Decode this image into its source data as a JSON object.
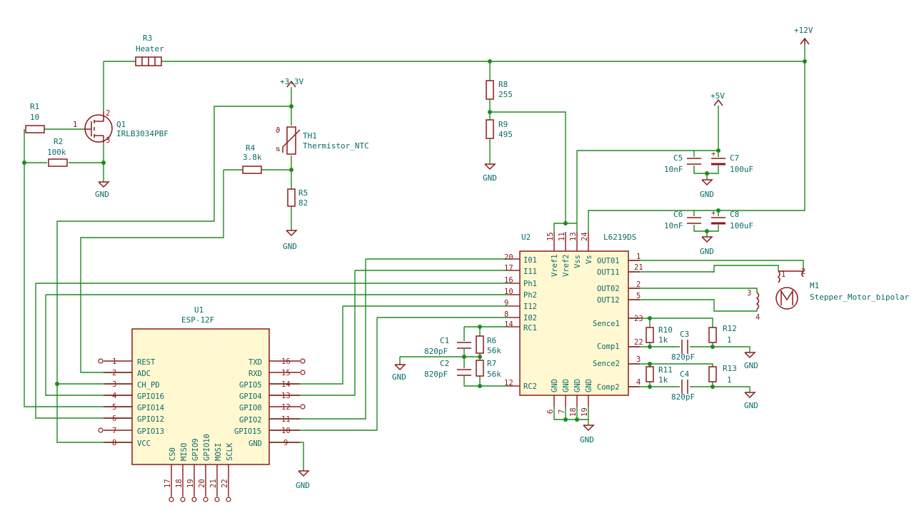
{
  "components": {
    "r3": {
      "ref": "R3",
      "value": "Heater"
    },
    "r1": {
      "ref": "R1",
      "value": "10"
    },
    "r2": {
      "ref": "R2",
      "value": "100k"
    },
    "q1": {
      "ref": "Q1",
      "value": "IRLB3034PBF"
    },
    "th1": {
      "ref": "TH1",
      "value": "Thermistor_NTC"
    },
    "r4": {
      "ref": "R4",
      "value": "3.8k"
    },
    "r5": {
      "ref": "R5",
      "value": "82"
    },
    "r8": {
      "ref": "R8",
      "value": "255"
    },
    "r9": {
      "ref": "R9",
      "value": "495"
    },
    "c5": {
      "ref": "C5",
      "value": "10nF"
    },
    "c7": {
      "ref": "C7",
      "value": "100uF"
    },
    "c6": {
      "ref": "C6",
      "value": "10nF"
    },
    "c8": {
      "ref": "C8",
      "value": "100uF"
    },
    "u2": {
      "ref": "U2",
      "value": "L6219DS"
    },
    "m1": {
      "ref": "M1",
      "value": "Stepper_Motor_bipolar"
    },
    "u1": {
      "ref": "U1",
      "value": "ESP-12F"
    },
    "c1": {
      "ref": "C1",
      "value": "820pF"
    },
    "c2": {
      "ref": "C2",
      "value": "820pF"
    },
    "r6": {
      "ref": "R6",
      "value": "56k"
    },
    "r7": {
      "ref": "R7",
      "value": "56k"
    },
    "r10": {
      "ref": "R10",
      "value": "1k"
    },
    "r11": {
      "ref": "R11",
      "value": "1k"
    },
    "c3": {
      "ref": "C3",
      "value": "820pF"
    },
    "c4": {
      "ref": "C4",
      "value": "820pF"
    },
    "r12": {
      "ref": "R12",
      "value": "1"
    },
    "r13": {
      "ref": "R13",
      "value": "1"
    }
  },
  "power": {
    "p12v": "+12V",
    "p5v": "+5V",
    "p33v": "+3.3V",
    "gnd": "GND"
  },
  "q1_pins": {
    "g": "1",
    "d": "2",
    "s": "3"
  },
  "u2_left_pins": [
    {
      "num": "20",
      "label": "I01"
    },
    {
      "num": "17",
      "label": "I11"
    },
    {
      "num": "16",
      "label": "Ph1"
    },
    {
      "num": "10",
      "label": "Ph2"
    },
    {
      "num": "9",
      "label": "I12"
    },
    {
      "num": "8",
      "label": "I02"
    },
    {
      "num": "14",
      "label": "RC1"
    },
    {
      "num": "12",
      "label": "RC2"
    }
  ],
  "u2_right_pins": [
    {
      "num": "1",
      "label": "OUT01"
    },
    {
      "num": "21",
      "label": "OUT11"
    },
    {
      "num": "2",
      "label": "OUT02"
    },
    {
      "num": "5",
      "label": "OUT12"
    },
    {
      "num": "23",
      "label": "Sence1"
    },
    {
      "num": "22",
      "label": "Comp1"
    },
    {
      "num": "3",
      "label": "Sence2"
    },
    {
      "num": "4",
      "label": "Comp2"
    }
  ],
  "u2_top_pins": [
    {
      "num": "15",
      "label": "Vref1"
    },
    {
      "num": "11",
      "label": "Vref2"
    },
    {
      "num": "13",
      "label": "Vss"
    },
    {
      "num": "24",
      "label": "Vs"
    }
  ],
  "u2_bottom_pins": [
    {
      "num": "6",
      "label": "GND"
    },
    {
      "num": "7",
      "label": "GND"
    },
    {
      "num": "18",
      "label": "GND"
    },
    {
      "num": "19",
      "label": "GND"
    }
  ],
  "u1_left_pins": [
    {
      "num": "1",
      "label": "REST"
    },
    {
      "num": "2",
      "label": "ADC"
    },
    {
      "num": "3",
      "label": "CH_PD"
    },
    {
      "num": "4",
      "label": "GPIO16"
    },
    {
      "num": "5",
      "label": "GPIO14"
    },
    {
      "num": "6",
      "label": "GPIO12"
    },
    {
      "num": "7",
      "label": "GPIO13"
    },
    {
      "num": "8",
      "label": "VCC"
    }
  ],
  "u1_right_pins": [
    {
      "num": "16",
      "label": "TXD"
    },
    {
      "num": "15",
      "label": "RXD"
    },
    {
      "num": "14",
      "label": "GPIO5"
    },
    {
      "num": "13",
      "label": "GPIO4"
    },
    {
      "num": "12",
      "label": "GPIO0"
    },
    {
      "num": "11",
      "label": "GPIO2"
    },
    {
      "num": "10",
      "label": "GPIO15"
    },
    {
      "num": "9",
      "label": "GND"
    }
  ],
  "u1_bottom_pins": [
    {
      "num": "17",
      "label": "CS0"
    },
    {
      "num": "18",
      "label": "MISO"
    },
    {
      "num": "19",
      "label": "GPIO9"
    },
    {
      "num": "20",
      "label": "GPIO10"
    },
    {
      "num": "21",
      "label": "MOSI"
    },
    {
      "num": "22",
      "label": "SCLK"
    }
  ],
  "m1_pins": [
    "1",
    "2",
    "3",
    "4"
  ],
  "colors": {
    "wire": "#1f8a1f",
    "part": "#8b1a1a",
    "label": "#0a6a6a",
    "body_fill": "#fff8d0"
  }
}
